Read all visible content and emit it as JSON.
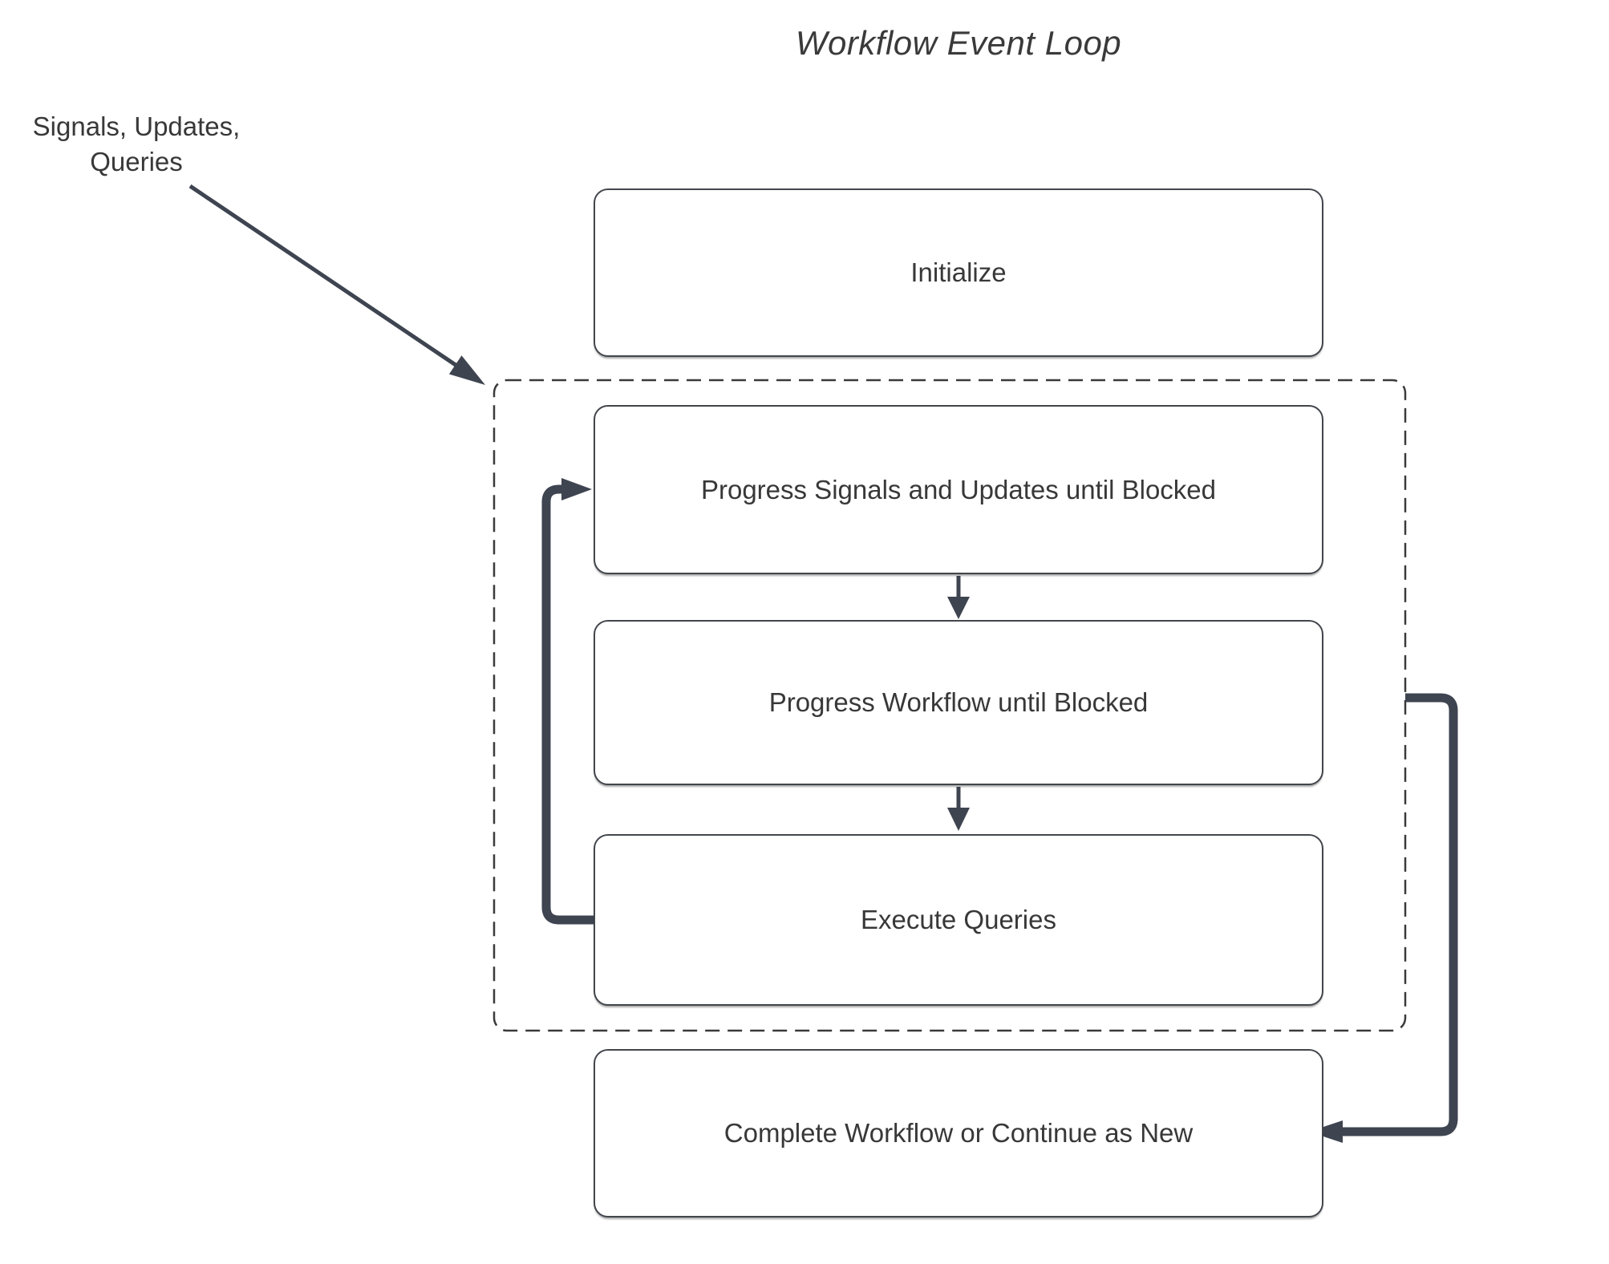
{
  "title": "Workflow Event Loop",
  "external_input_label": {
    "line1": "Signals, Updates,",
    "line2": "Queries"
  },
  "nodes": {
    "initialize": "Initialize",
    "progress_signals": "Progress Signals and Updates until Blocked",
    "progress_workflow": "Progress Workflow until Blocked",
    "execute_queries": "Execute Queries",
    "complete": "Complete Workflow or Continue as New"
  },
  "colors": {
    "thick_arrow": "#3e4450",
    "thin_arrow": "#3e4450",
    "box_border": "#42464c",
    "dashed_border": "#3a3a3a",
    "text": "#383838",
    "background": "#ffffff"
  }
}
